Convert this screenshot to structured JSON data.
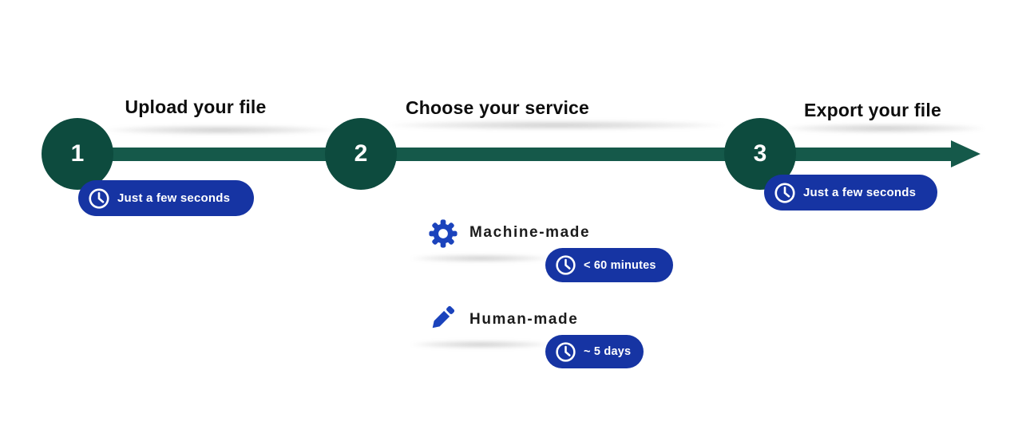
{
  "diagram": {
    "title_hint": "3-step process timeline",
    "steps": [
      {
        "number": "1",
        "title": "Upload your file",
        "badge": "Just a few seconds"
      },
      {
        "number": "2",
        "title": "Choose your service"
      },
      {
        "number": "3",
        "title": "Export your file",
        "badge": "Just a few seconds"
      }
    ],
    "services": [
      {
        "icon": "gear-icon",
        "label": "Machine-made",
        "badge": "< 60 minutes"
      },
      {
        "icon": "pencil-icon",
        "label": "Human-made",
        "badge": "~ 5 days"
      }
    ],
    "colors": {
      "timeline_green": "#15594a",
      "circle_green": "#0d4b3e",
      "badge_blue": "#1634a3",
      "icon_blue": "#1b43bc",
      "title_text": "#0d0d0d",
      "badge_text": "#ffffff"
    }
  }
}
